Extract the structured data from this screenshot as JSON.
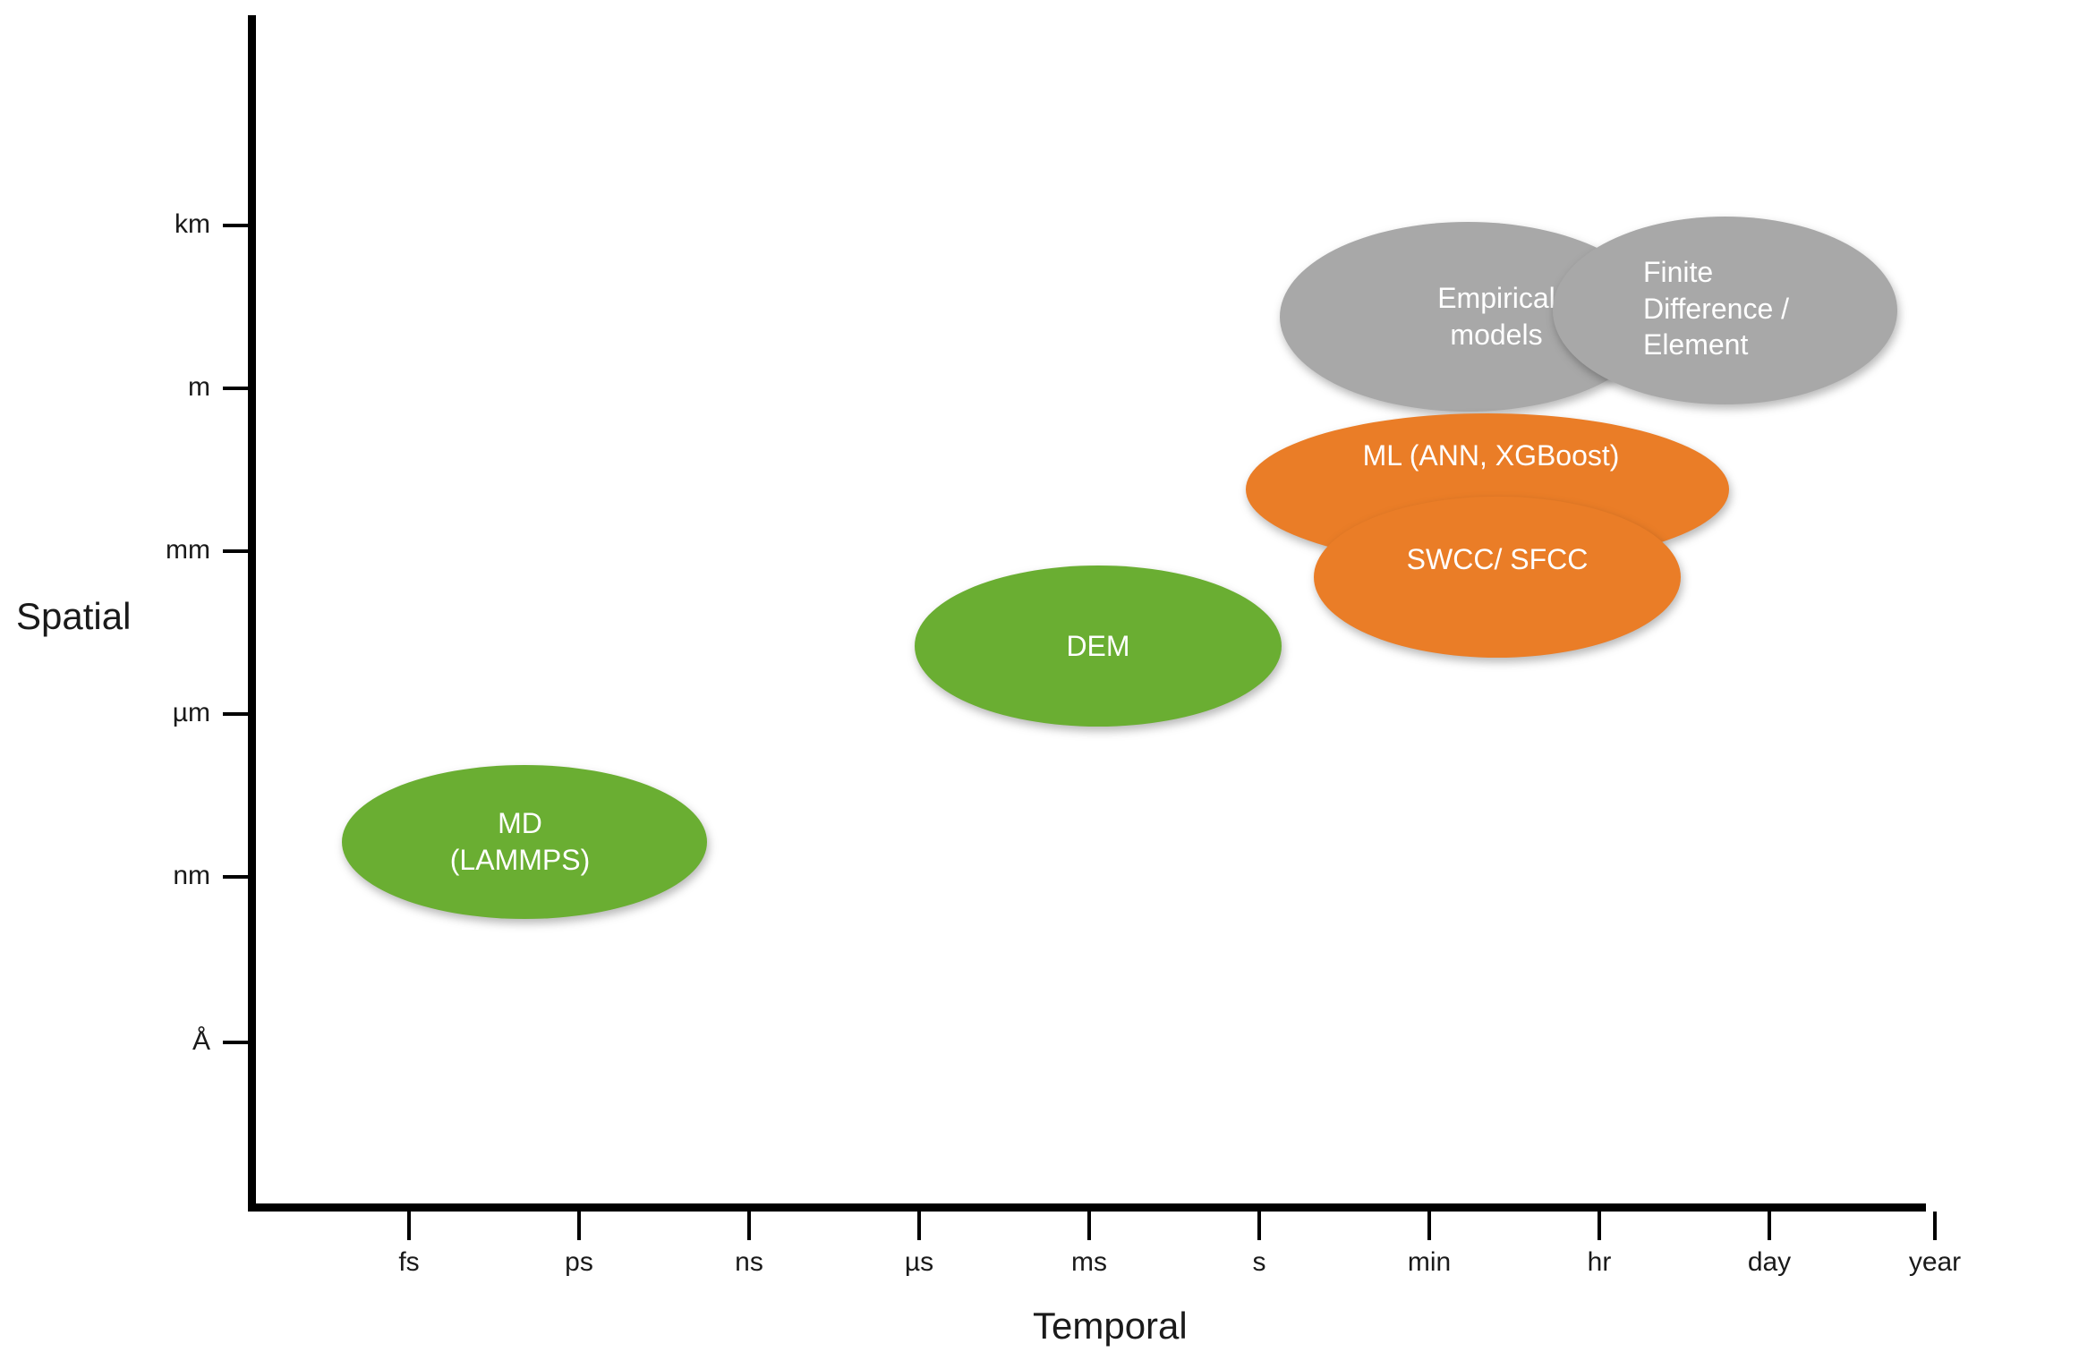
{
  "chart_data": {
    "type": "scatter",
    "title": "",
    "xlabel": "Temporal",
    "ylabel": "Spatial",
    "x_tick_labels": [
      "fs",
      "ps",
      "ns",
      "µs",
      "ms",
      "s",
      "min",
      "hr",
      "day",
      "year"
    ],
    "y_tick_labels": [
      "km",
      "m",
      "mm",
      "µm",
      "nm",
      "Å"
    ],
    "grid": false,
    "legend": "none",
    "note": "Multiscale modelling map: bubbles placed by temporal (x) and spatial (y) resolution",
    "bubbles": [
      {
        "label": "Empirical\nmodels",
        "color": "#a8a8a8",
        "color_name": "grey",
        "x_range": [
          "min",
          "hr"
        ],
        "y_range": [
          "m",
          "km"
        ],
        "center_temporal": "min",
        "center_spatial": "between m and km"
      },
      {
        "label": "Finite\nDifference /\nElement",
        "color": "#a8a8a8",
        "color_name": "grey",
        "x_range": [
          "hr",
          "day"
        ],
        "y_range": [
          "m",
          "km"
        ],
        "center_temporal": "hr",
        "center_spatial": "between m and km"
      },
      {
        "label": "ML (ANN, XGBoost)",
        "color": "#ea7d27",
        "color_name": "orange",
        "x_range": [
          "s",
          "hr"
        ],
        "y_range": [
          "mm",
          "m"
        ],
        "center_temporal": "min",
        "center_spatial": "between mm and m"
      },
      {
        "label": "SWCC/ SFCC",
        "color": "#ea7d27",
        "color_name": "orange",
        "x_range": [
          "s",
          "hr"
        ],
        "y_range": [
          "µm",
          "mm"
        ],
        "center_temporal": "min",
        "center_spatial": "between µm and mm"
      },
      {
        "label": "DEM",
        "color": "#6aae32",
        "color_name": "green",
        "x_range": [
          "µs",
          "s"
        ],
        "y_range": [
          "µm",
          "mm"
        ],
        "center_temporal": "ms",
        "center_spatial": "between µm and mm"
      },
      {
        "label": "MD\n(LAMMPS)",
        "color": "#6aae32",
        "color_name": "green",
        "x_range": [
          "fs",
          "ns"
        ],
        "y_range": [
          "nm",
          "µm"
        ],
        "center_temporal": "ps",
        "center_spatial": "between nm and µm"
      }
    ]
  },
  "axes": {
    "y": {
      "title": "Spatial",
      "ticks": [
        {
          "label": "km"
        },
        {
          "label": "m"
        },
        {
          "label": "mm"
        },
        {
          "label": "µm"
        },
        {
          "label": "nm"
        },
        {
          "label": "Å"
        }
      ]
    },
    "x": {
      "title": "Temporal",
      "ticks": [
        {
          "label": "fs"
        },
        {
          "label": "ps"
        },
        {
          "label": "ns"
        },
        {
          "label": "µs"
        },
        {
          "label": "ms"
        },
        {
          "label": "s"
        },
        {
          "label": "min"
        },
        {
          "label": "hr"
        },
        {
          "label": "day"
        },
        {
          "label": "year"
        }
      ]
    }
  },
  "bubbles": [
    {
      "label": "Empirical\nmodels"
    },
    {
      "label": "Finite\nDifference /\nElement"
    },
    {
      "label": "ML (ANN, XGBoost)"
    },
    {
      "label": "SWCC/ SFCC"
    },
    {
      "label": "DEM"
    },
    {
      "label": "MD\n(LAMMPS)"
    }
  ]
}
